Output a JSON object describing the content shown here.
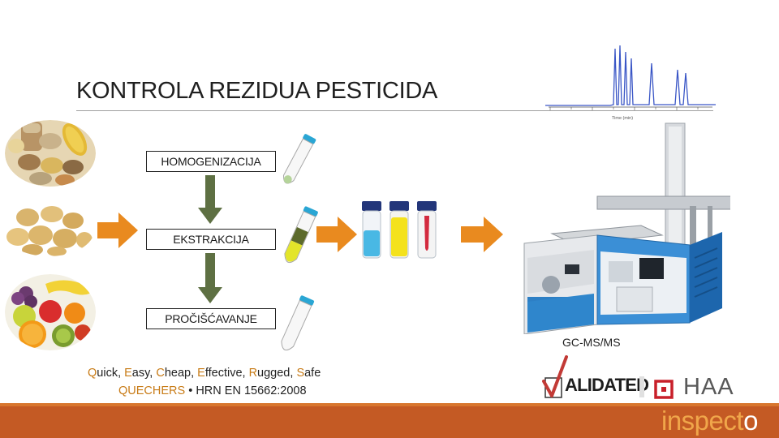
{
  "title": "KONTROLA REZIDUA PESTICIDA",
  "chromatogram": {
    "axis_label": "Time (min)"
  },
  "steps": [
    {
      "label": "HOMOGENIZACIJA"
    },
    {
      "label": "EKSTRAKCIJA"
    },
    {
      "label": "PROČIŠĆAVANJE"
    }
  ],
  "method": {
    "line1_parts": [
      {
        "initial": "Q",
        "rest": "uick, "
      },
      {
        "initial": "E",
        "rest": "asy, "
      },
      {
        "initial": "C",
        "rest": "heap, "
      },
      {
        "initial": "E",
        "rest": "ffective, "
      },
      {
        "initial": "R",
        "rest": "ugged, "
      },
      {
        "initial": "S",
        "rest": "afe"
      }
    ],
    "line2_name": "QUECHERS",
    "line2_sep": "•",
    "line2_std": "HRN EN 15662:2008"
  },
  "instrument_label": "GC-MS/MS",
  "validated_text": "ALIDATED",
  "haa_text": "HAA",
  "brand": {
    "ins": "inspect",
    "o": "o"
  },
  "colors": {
    "arrow_orange": "#e98a1f",
    "arrow_green": "#5e7043",
    "bar": "#c45a24",
    "accent": "#c87b16",
    "chromatogram": "#3a56c6"
  }
}
